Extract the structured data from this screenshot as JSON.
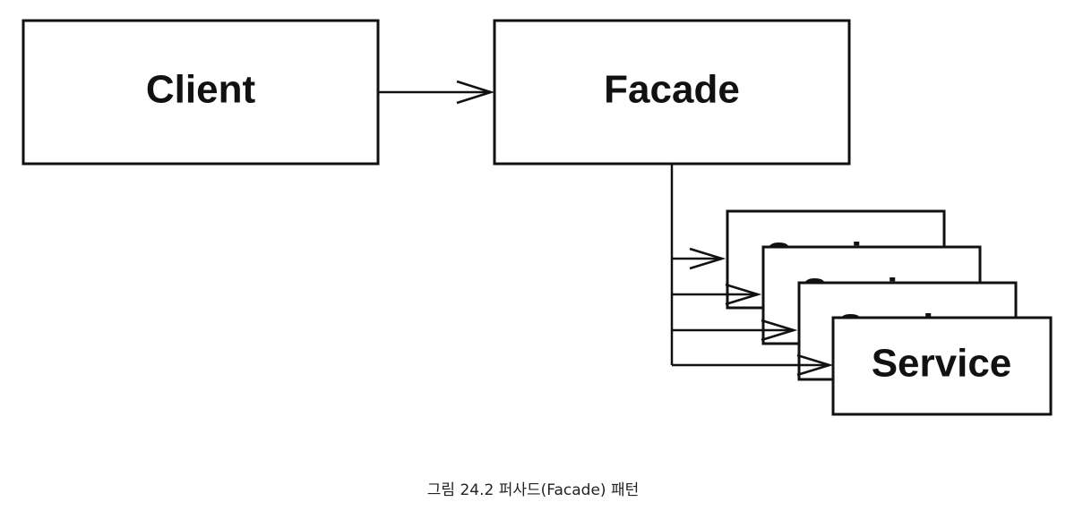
{
  "diagram": {
    "nodes": {
      "client": "Client",
      "facade": "Facade",
      "service": "Service"
    },
    "edges": [
      {
        "from": "Client",
        "to": "Facade"
      },
      {
        "from": "Facade",
        "to": "Service",
        "count": 4
      }
    ],
    "service_stack_count": 4
  },
  "caption": "그림 24.2 퍼사드(Facade) 패턴"
}
